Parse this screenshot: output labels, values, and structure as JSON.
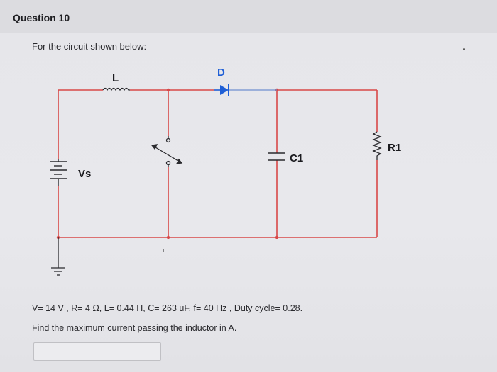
{
  "question": {
    "title": "Question 10",
    "intro": "For the circuit shown below:",
    "parameters": "V= 14 V , R= 4 Ω, L= 0.44 H, C= 263 uF, f= 40 Hz , Duty cycle= 0.28.",
    "prompt": "Find the maximum current passing the inductor in A.",
    "answer_value": ""
  },
  "circuit": {
    "labels": {
      "inductor": "L",
      "diode": "D",
      "capacitor": "C1",
      "resistor": "R1",
      "source": "Vs"
    },
    "colors": {
      "wire": "#d84848",
      "diode": "#1f5fd6",
      "component": "#2a2a2e"
    }
  }
}
